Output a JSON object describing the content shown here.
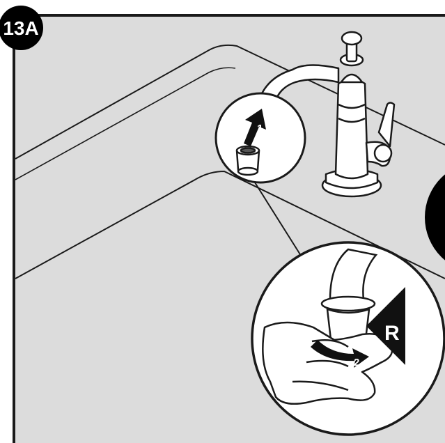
{
  "step": {
    "label": "13A"
  },
  "callouts": {
    "step_one": "1",
    "step_two": "2",
    "rotate_direction": "R"
  },
  "colors": {
    "panel_fill": "#dcdcdc",
    "line": "#1a1a1a",
    "ink": "#000000",
    "paper": "#ffffff"
  },
  "icons": {
    "faucet": "faucet-icon",
    "aerator": "aerator-icon",
    "hand": "hand-icon",
    "rotate_arrow": "rotate-arrow-icon",
    "up_arrow": "up-arrow-icon"
  }
}
